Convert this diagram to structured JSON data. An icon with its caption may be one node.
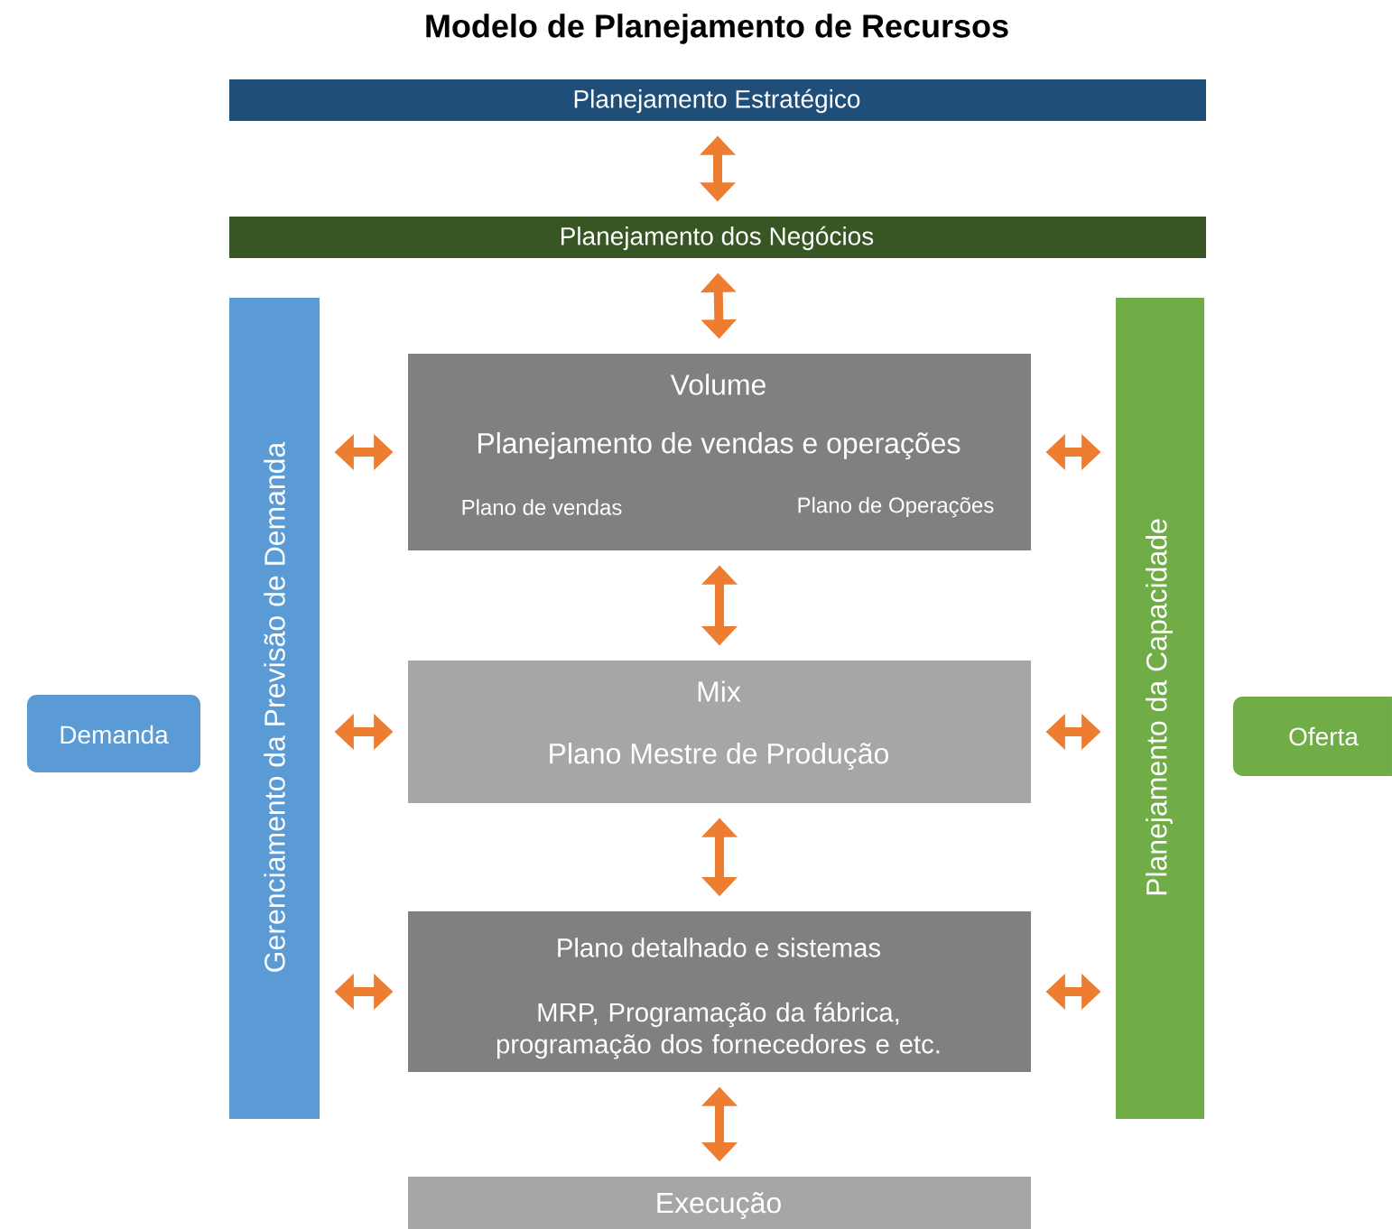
{
  "diagram": {
    "title": "Modelo de Planejamento de Recursos",
    "nodes": [
      {
        "text": [
          "Planejamento Estratégico"
        ]
      },
      {
        "text": [
          "Planejamento dos Negócios"
        ]
      },
      {
        "text": [
          "Gerenciamento da Previsão de Demanda"
        ]
      },
      {
        "text": [
          "Volume",
          "Planejamento de vendas e operações",
          "Plano de vendas",
          "Plano de Operações"
        ]
      },
      {
        "text": [
          "Planejamento da Capacidade"
        ]
      },
      {
        "text": [
          "Demanda"
        ]
      },
      {
        "text": [
          "Mix",
          "Plano Mestre de Produção"
        ]
      },
      {
        "text": [
          "Oferta"
        ]
      },
      {
        "text": [
          "Plano detalhado e sistemas",
          "MRP, Programação da fábrica, programação dos fornecedores e etc."
        ]
      },
      {
        "text": [
          "Execução"
        ]
      }
    ],
    "edges": [
      {
        "from": 0,
        "to": 1,
        "arrow": "both"
      },
      {
        "from": 1,
        "to": 3,
        "arrow": "both"
      },
      {
        "from": 2,
        "to": 3,
        "arrow": "both"
      },
      {
        "from": 3,
        "to": 4,
        "arrow": "both"
      },
      {
        "from": 3,
        "to": 6,
        "arrow": "both"
      },
      {
        "from": 2,
        "to": 6,
        "arrow": "both"
      },
      {
        "from": 6,
        "to": 4,
        "arrow": "both"
      },
      {
        "from": 6,
        "to": 8,
        "arrow": "both"
      },
      {
        "from": 2,
        "to": 8,
        "arrow": "both"
      },
      {
        "from": 8,
        "to": 4,
        "arrow": "both"
      },
      {
        "from": 8,
        "to": 9,
        "arrow": "both"
      }
    ]
  }
}
